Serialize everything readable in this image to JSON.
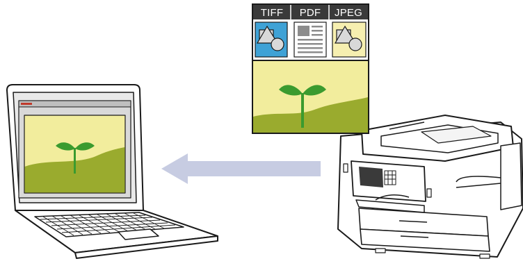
{
  "format_tabs": [
    {
      "label": "TIFF"
    },
    {
      "label": "PDF"
    },
    {
      "label": "JPEG"
    }
  ],
  "icons": {
    "laptop": "laptop-icon",
    "printer": "printer-icon",
    "arrow": "arrow-left-icon",
    "sprout": "sprout-icon"
  },
  "colors": {
    "tab_bar": "#3a3a3a",
    "tiff_icon_bg": "#3fa2d6",
    "jpeg_icon_bg": "#f6efb0",
    "image_sky": "#f2ed9d",
    "image_ground": "#9aab2e",
    "sprout": "#3b9b2f",
    "arrow": "#c7cce2"
  }
}
